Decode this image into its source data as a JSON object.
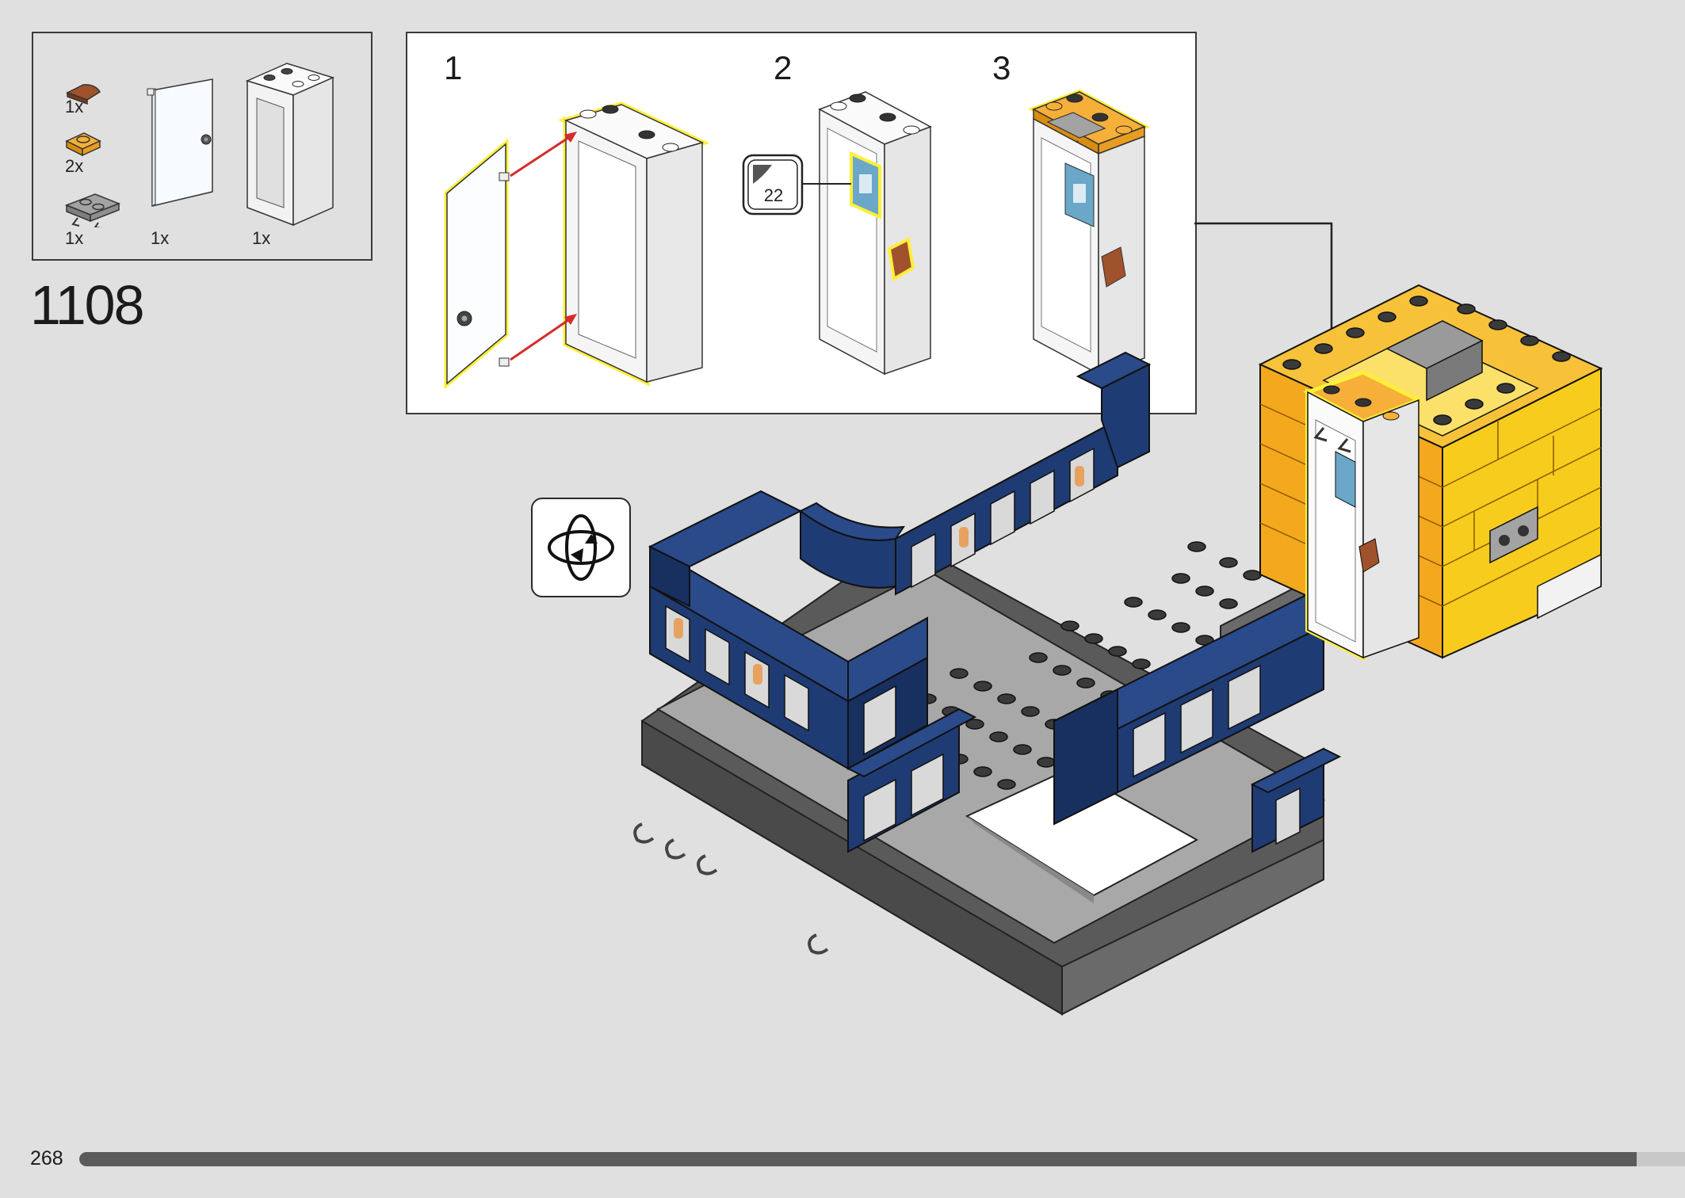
{
  "parts": [
    {
      "qty": "1x",
      "name": "reddish-brown-tile-quarter"
    },
    {
      "qty": "2x",
      "name": "orange-plate-1x1"
    },
    {
      "qty": "1x",
      "name": "gray-plate-with-clips"
    },
    {
      "qty": "1x",
      "name": "transparent-door"
    },
    {
      "qty": "1x",
      "name": "white-door-frame"
    }
  ],
  "step_number": "1108",
  "substeps": [
    {
      "label": "1"
    },
    {
      "label": "2",
      "sticker": "22"
    },
    {
      "label": "3"
    }
  ],
  "page_number": "268",
  "progress": 0.97,
  "colors": {
    "background": "#e0e0e0",
    "dark_blue": "#1f3b73",
    "orange": "#f4a81d",
    "yellow": "#f7cc1c",
    "light_gray": "#a3a3a3",
    "dark_gray": "#585858",
    "highlight": "#ffef3a",
    "arrow_red": "#d62b2b"
  }
}
